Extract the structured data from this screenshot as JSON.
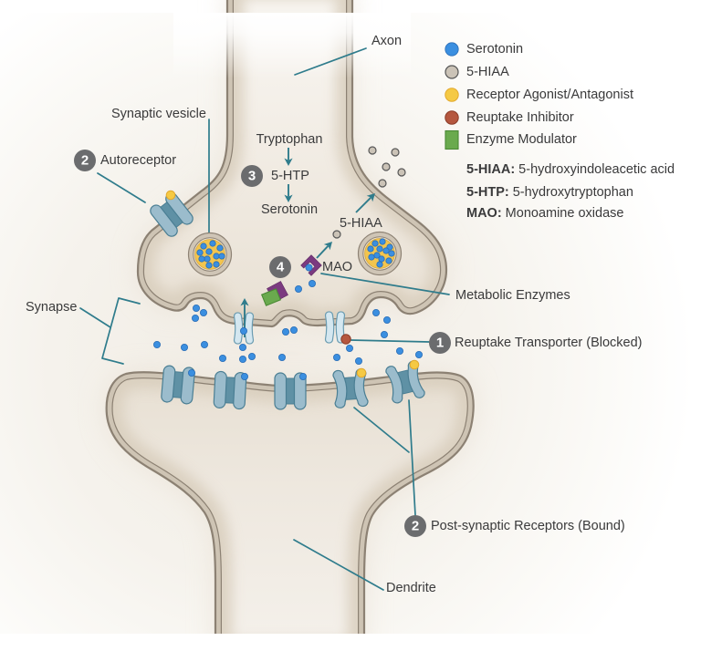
{
  "colors": {
    "serotonin": "#3b8fe0",
    "hiaa": "#cbc3b7",
    "agonist_antagonist": "#f5c944",
    "reuptake_inhibitor": "#b5573f",
    "enzyme_modulator": "#6aaa4e",
    "mao_enzyme": "#7b3a80",
    "vesicle_content": "#f3c54e",
    "receptor": "#9bbccc",
    "transporter": "#d4e7f0",
    "leader_line": "#2f7c8c",
    "badge": "#6b6c6e"
  },
  "legend": {
    "items": [
      {
        "icon": "serotonin-molecule-icon",
        "label": "Serotonin"
      },
      {
        "icon": "5-hiaa-molecule-icon",
        "label": "5-HIAA"
      },
      {
        "icon": "agonist-antagonist-molecule-icon",
        "label": "Receptor Agonist/Antagonist"
      },
      {
        "icon": "reuptake-inhibitor-molecule-icon",
        "label": "Reuptake Inhibitor"
      },
      {
        "icon": "enzyme-modulator-icon",
        "label": "Enzyme Modulator"
      }
    ],
    "abbreviations": [
      {
        "term": "5-HIAA:",
        "definition": "5-hydroxyindoleacetic acid"
      },
      {
        "term": "5-HTP:",
        "definition": "5-hydroxytryptophan"
      },
      {
        "term": "MAO:",
        "definition": "Monoamine oxidase"
      }
    ]
  },
  "structures": {
    "axon": "Axon",
    "synaptic_vesicle": "Synaptic vesicle",
    "synapse": "Synapse",
    "metabolic_enzymes": "Metabolic Enzymes",
    "dendrite": "Dendrite"
  },
  "callouts": {
    "reuptake_transporter": {
      "badge": "1",
      "label": "Reuptake Transporter (Blocked)"
    },
    "autoreceptor": {
      "badge": "2",
      "label": "Autoreceptor"
    },
    "postsynaptic_receptors": {
      "badge": "2",
      "label": "Post-synaptic Receptors (Bound)"
    }
  },
  "synthesis": {
    "badge": "3",
    "steps": [
      "Tryptophan",
      "5-HTP",
      "Serotonin"
    ]
  },
  "metabolism": {
    "badge": "4",
    "enzyme": "MAO",
    "product": "5-HIAA"
  }
}
